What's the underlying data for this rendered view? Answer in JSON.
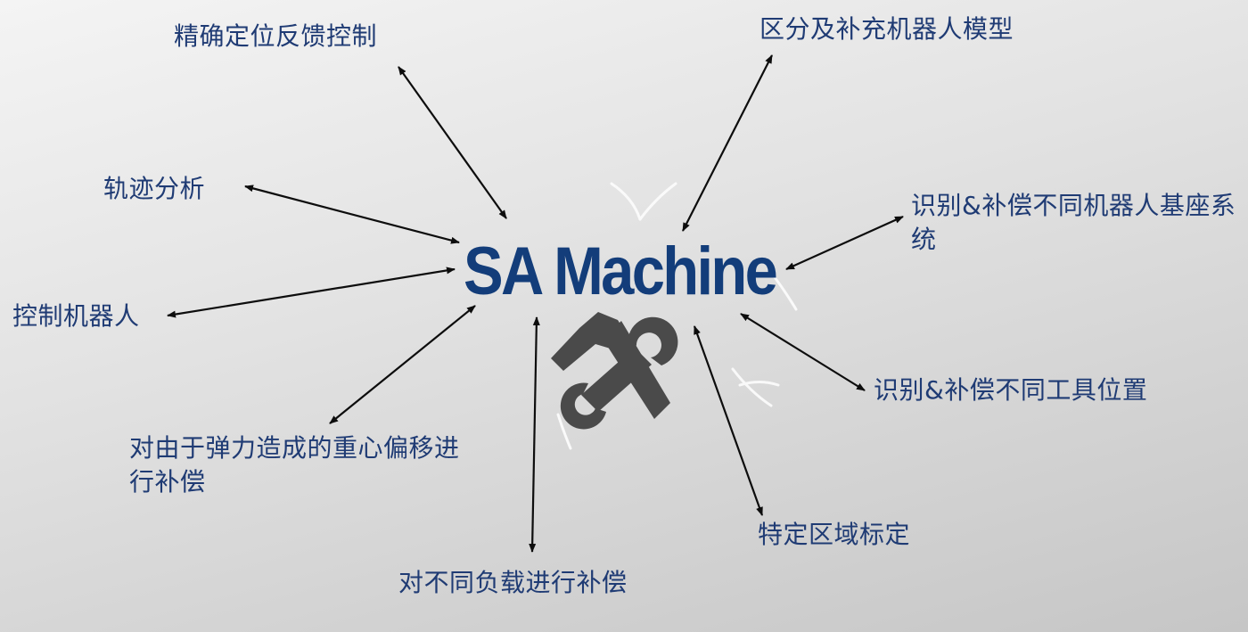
{
  "center": {
    "title": "SA Machine"
  },
  "nodes": [
    {
      "id": "precise-positioning",
      "text": "精确定位反馈控制"
    },
    {
      "id": "robot-model",
      "text": "区分及补充机器人模型"
    },
    {
      "id": "trajectory-analysis",
      "text": "轨迹分析"
    },
    {
      "id": "base-system",
      "text": "识别&补偿不同机器人基座系统"
    },
    {
      "id": "control-robot",
      "text": "控制机器人"
    },
    {
      "id": "tool-position",
      "text": "识别&补偿不同工具位置"
    },
    {
      "id": "gravity-offset",
      "text": "对由于弹力造成的重心偏移进行补偿"
    },
    {
      "id": "area-calibration",
      "text": "特定区域标定"
    },
    {
      "id": "load-compensation",
      "text": "对不同负载进行补偿"
    }
  ],
  "icon": "hammer-wrench-icon",
  "colors": {
    "title": "#133d7a",
    "label": "#1f3b74",
    "arrow": "#0d0d0d",
    "icon": "#4a4a4a",
    "sparkle": "#ffffff"
  }
}
